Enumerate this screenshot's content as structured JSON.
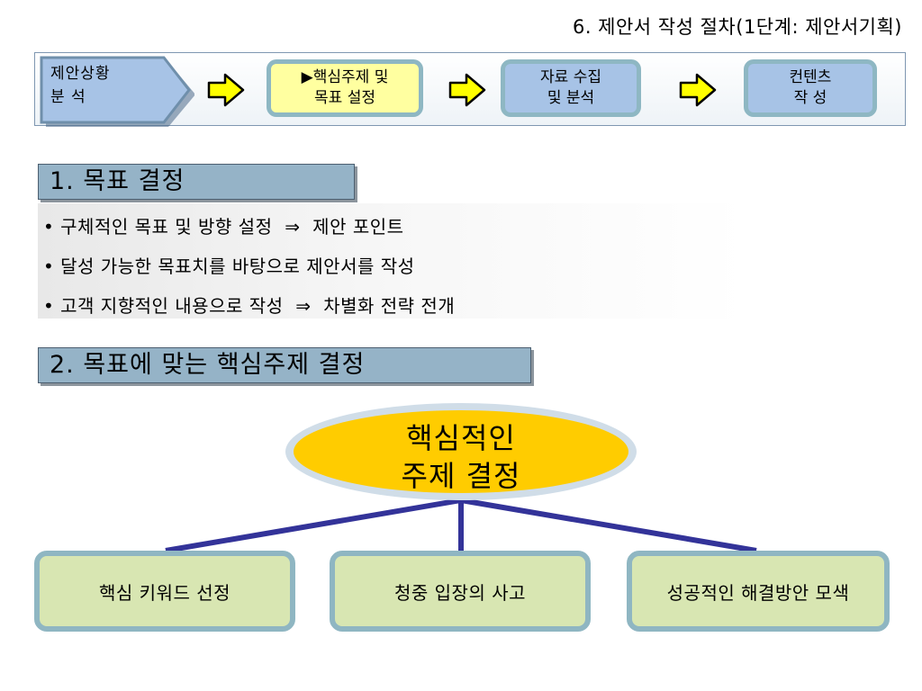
{
  "page_title": "6. 제안서 작성 절차(1단계: 제안서기획)",
  "process": {
    "steps": [
      {
        "label": "제안상황\n분   석"
      },
      {
        "label": "▶핵심주제 및\n목표 설정"
      },
      {
        "label": "자료 수집\n및 분석"
      },
      {
        "label": "컨텐츠\n작  성"
      }
    ],
    "arrow_icon": "arrow-right-icon",
    "colors": {
      "active": "#ffffa0",
      "inactive": "#a7c3e6",
      "border": "#8eb7c3"
    }
  },
  "section1": {
    "title": "1. 목표 결정",
    "bullets": [
      "• 구체적인 목표 및 방향 설정  ⇒  제안 포인트",
      "• 달성 가능한 목표치를 바탕으로 제안서를 작성",
      "• 고객 지향적인 내용으로 작성  ⇒  차별화 전략 전개"
    ]
  },
  "section2": {
    "title": "2. 목표에 맞는 핵심주제 결정",
    "center": "핵심적인\n주제 결정",
    "leaves": [
      "핵심 키워드 선정",
      "청중 입장의 사고",
      "성공적인 해결방안 모색"
    ],
    "colors": {
      "center": "#ffcc00",
      "leaf": "#d8e6b2",
      "connector": "#333399"
    }
  }
}
